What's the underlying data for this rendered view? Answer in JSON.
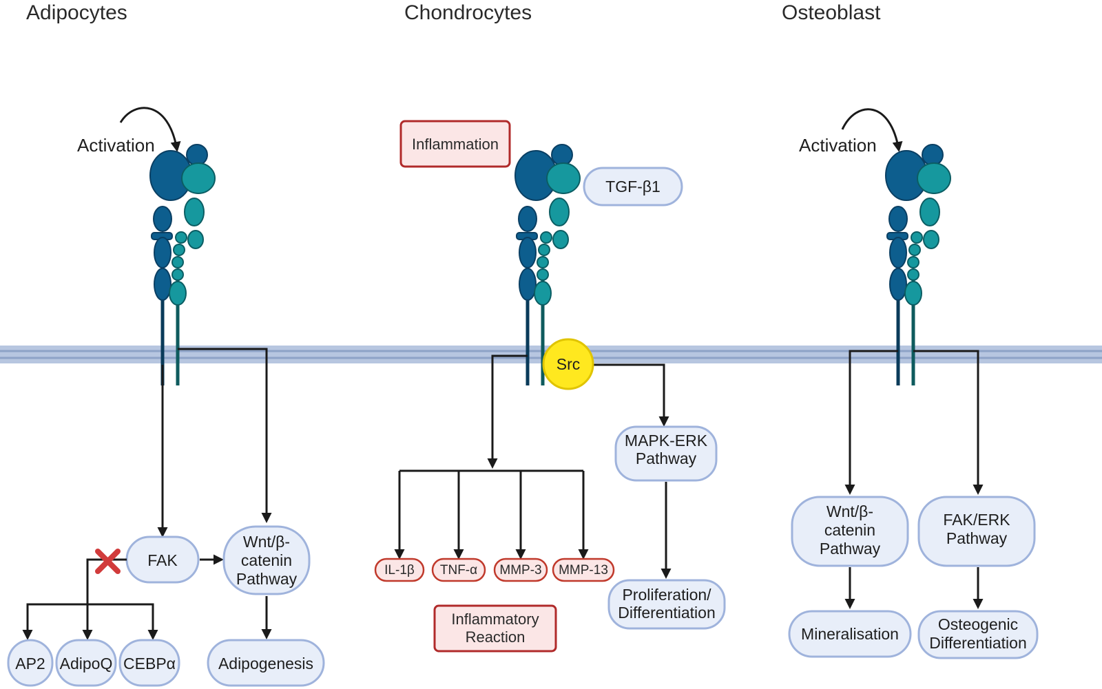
{
  "columns": {
    "adipocytes": {
      "title": "Adipocytes",
      "activation": "Activation",
      "fak": "FAK",
      "wnt": [
        "Wnt/β-",
        "catenin",
        "Pathway"
      ],
      "targets": [
        "AP2",
        "AdipoQ",
        "CEBPα"
      ],
      "outcome": "Adipogenesis",
      "inhibit_icon": "red-x-icon"
    },
    "chondrocytes": {
      "title": "Chondrocytes",
      "inflammation": "Inflammation",
      "ligand": "TGF-β1",
      "src": "Src",
      "mapk": [
        "MAPK-ERK",
        "Pathway"
      ],
      "prolif": [
        "Proliferation/",
        "Differentiation"
      ],
      "cytokines": [
        "IL-1β",
        "TNF-α",
        "MMP-3",
        "MMP-13"
      ],
      "reaction": [
        "Inflammatory",
        "Reaction"
      ]
    },
    "osteoblast": {
      "title": "Osteoblast",
      "activation": "Activation",
      "wnt": [
        "Wnt/β-",
        "catenin",
        "Pathway"
      ],
      "fakerk": [
        "FAK/ERK",
        "Pathway"
      ],
      "mineral": "Mineralisation",
      "osteo": [
        "Osteogenic",
        "Differentiation"
      ]
    }
  },
  "colors": {
    "membrane": "#b7c6e0",
    "alpha_subunit": "#0d5e8e",
    "beta_subunit": "#16989e",
    "src": "#ffe81f",
    "inhibit": "#d13b3b"
  }
}
